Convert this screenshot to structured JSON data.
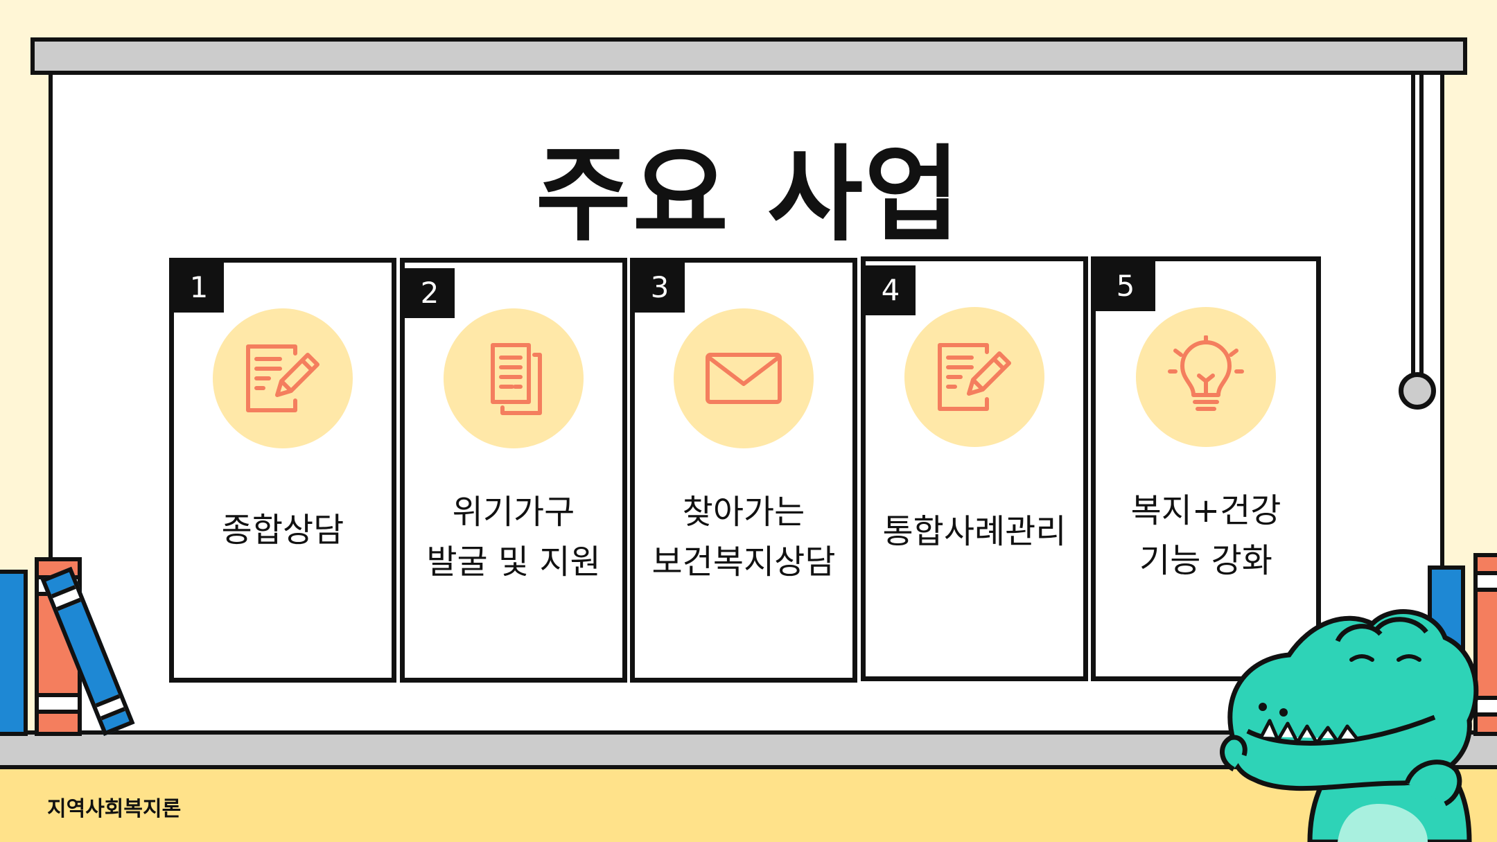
{
  "title": "주요 사업",
  "footer_label": "지역사회복지론",
  "cards": [
    {
      "number": "1",
      "icon": "edit-document-icon",
      "lines": [
        "종합상담"
      ]
    },
    {
      "number": "2",
      "icon": "documents-icon",
      "lines": [
        "위기가구",
        "발굴 및 지원"
      ]
    },
    {
      "number": "3",
      "icon": "envelope-icon",
      "lines": [
        "찾아가는",
        "보건복지상담"
      ]
    },
    {
      "number": "4",
      "icon": "edit-document-icon",
      "lines": [
        "통합사례관리"
      ]
    },
    {
      "number": "5",
      "icon": "lightbulb-icon",
      "lines": [
        "복지+건강",
        "기능 강화"
      ]
    }
  ],
  "colors": {
    "background": "#FFF6D6",
    "floor": "#FFE28A",
    "icon_circle": "#FFE8A8",
    "icon_stroke": "#F47E5E",
    "rail": "#CCCCCC",
    "mascot": "#2ED3B7",
    "book_blue": "#1E88D4",
    "book_orange": "#F47E5E"
  }
}
